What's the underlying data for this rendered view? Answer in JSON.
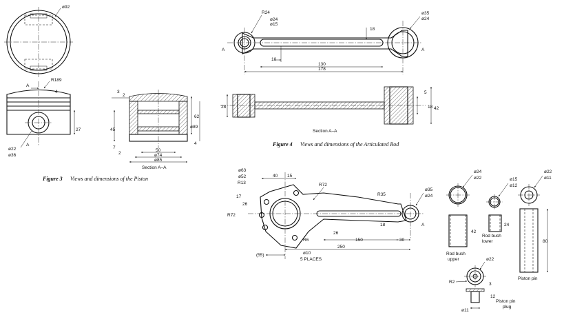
{
  "figure3": {
    "caption_label": "Figure 3",
    "caption_text": "Views and dimensions of the Piston",
    "section_label": "Section A–A",
    "section_letter": "A",
    "dims": {
      "d92": "ø92",
      "r189": "R189",
      "v4": "4",
      "v27": "27",
      "d22": "ø22",
      "d36": "ø36",
      "v3": "3",
      "v2": "2",
      "v45": "45",
      "v7": "7",
      "v2b": "2",
      "v62": "62",
      "d89": "ø89",
      "v4b": "4",
      "v50": "50",
      "d74": "ø74",
      "d85": "ø85"
    }
  },
  "figure4": {
    "caption_label": "Figure 4",
    "caption_text": "Views and dimensions of the Articulated Rod",
    "section_label": "Section A–A",
    "section_letter": "A",
    "dims": {
      "r24": "R24",
      "d24": "ø24",
      "d15": "ø15",
      "d35": "ø35",
      "d24b": "ø24",
      "v18": "18",
      "v10": "10",
      "v130": "130",
      "v178": "178",
      "v28": "28",
      "v5": "5",
      "v18b": "18",
      "v42": "42"
    }
  },
  "master_rod": {
    "dims": {
      "d63": "ø63",
      "d52": "ø52",
      "r13": "R13",
      "v40": "40",
      "v15": "15",
      "r72": "R72",
      "v17": "17",
      "v26": "26",
      "r72b": "R72",
      "r35": "R35",
      "d35": "ø35",
      "d24": "ø24",
      "v18": "18",
      "r6": "R6",
      "v26b": "26",
      "v150": "150",
      "v30": "30",
      "v250": "250",
      "v55": "(55)",
      "d10": "ø10",
      "places": "5  PLACES",
      "section_letter": "A"
    }
  },
  "bushes": {
    "rod_bush_upper": {
      "d24": "ø24",
      "d22": "ø22",
      "v42": "42",
      "label1": "Rod  bush",
      "label2": "upper"
    },
    "rod_bush_lower": {
      "d15": "ø15",
      "d12": "ø12",
      "v24": "24",
      "label1": "Rod  bush",
      "label2": "lower"
    },
    "piston_pin": {
      "d22": "ø22",
      "d11": "ø11",
      "v80": "80",
      "label": "Piston  pin"
    },
    "piston_pin_plug": {
      "d22": "ø22",
      "r2": "R2",
      "v3": "3",
      "v12": "12",
      "d11": "ø11",
      "label1": "Piston  pin",
      "label2": "plug"
    }
  }
}
